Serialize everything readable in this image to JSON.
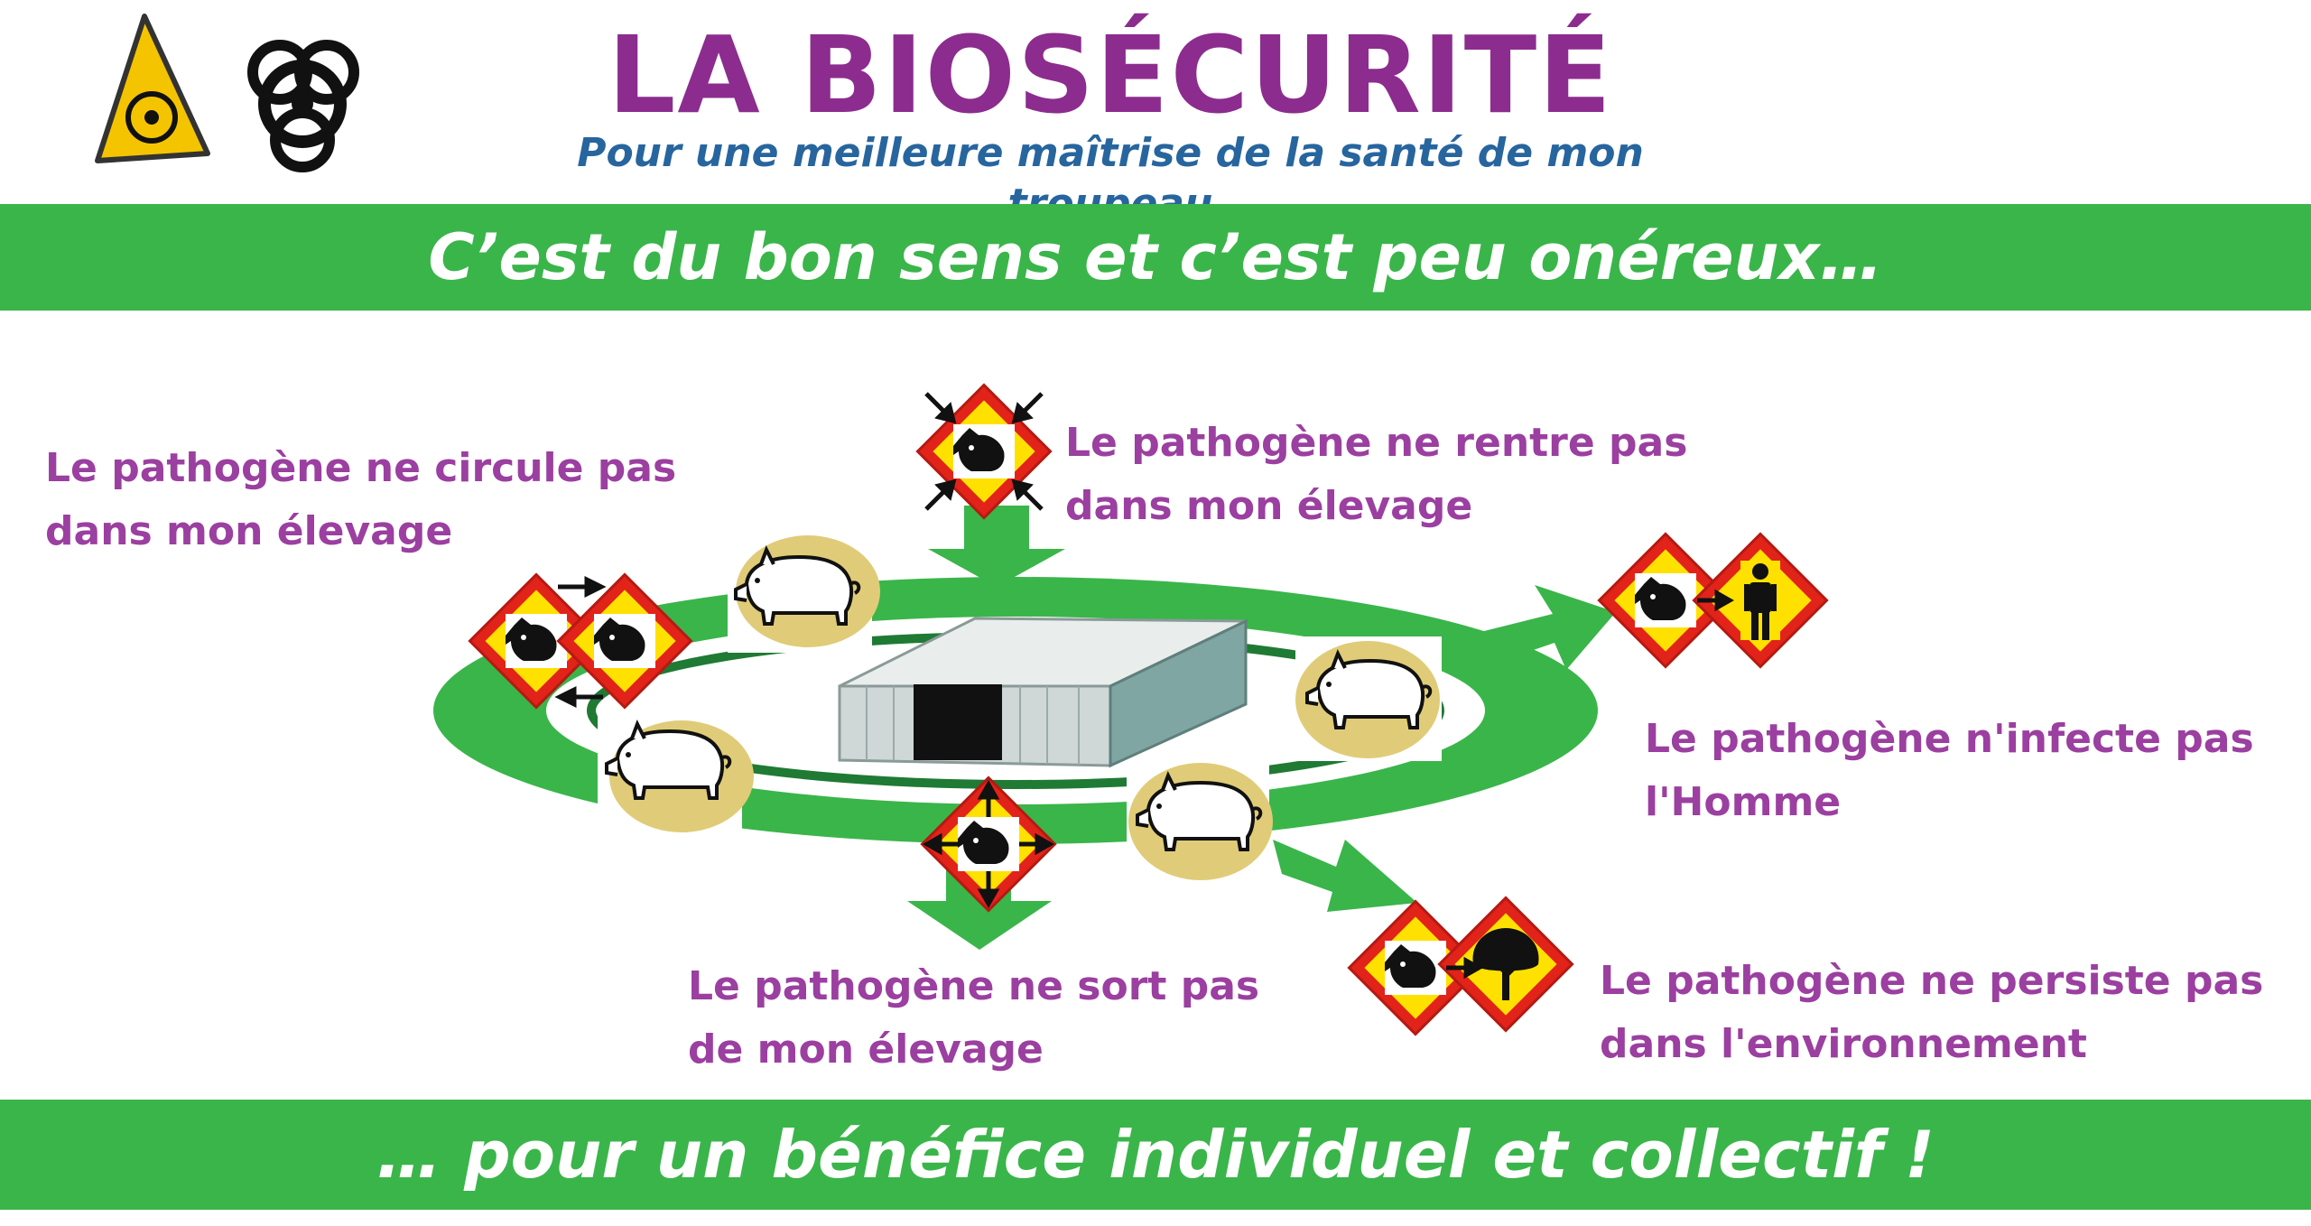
{
  "header": {
    "title": "LA BIOSÉCURITÉ",
    "subtitle": "Pour une meilleure maîtrise de la santé de mon troupeau"
  },
  "bands": {
    "top": "C’est du bon sens et c’est peu onéreux…",
    "bottom": "… pour un bénéfice individuel et collectif !"
  },
  "labels": {
    "circulate": {
      "line1": "Le pathogène ne circule pas",
      "line2": "dans mon élevage"
    },
    "enter": {
      "line1": "Le pathogène ne rentre pas",
      "line2": "dans mon élevage"
    },
    "infect": {
      "line1": "Le pathogène n'infecte pas",
      "line2": "l'Homme"
    },
    "exit": {
      "line1": "Le pathogène ne sort pas",
      "line2": "de mon élevage"
    },
    "persist": {
      "line1": "Le pathogène ne persiste pas",
      "line2": "dans l'environnement"
    }
  },
  "colors": {
    "title": "#8c2c8e",
    "subtitle": "#27659e",
    "green": "#3ab54a",
    "dark_green": "#1f7a34",
    "label": "#9b3fa0",
    "warning_yellow": "#ffe100",
    "warning_red": "#e2231a",
    "pig_blob": "#e0cc78"
  },
  "icons": {
    "logo": [
      "biohazard-warning-icon",
      "biohazard-symbol-icon"
    ],
    "signs": [
      "pig-inward-arrows-sign-icon",
      "pig-transfer-sign-icon",
      "pig-to-human-sign-icon",
      "pig-outward-arrows-sign-icon",
      "pig-to-tree-sign-icon"
    ],
    "other": [
      "pig-icon",
      "barn-icon"
    ]
  }
}
